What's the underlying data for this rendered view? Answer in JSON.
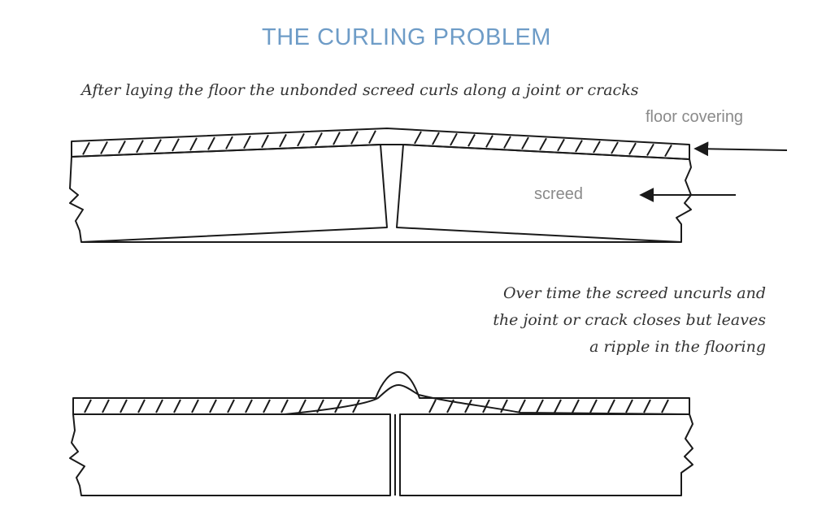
{
  "title": "THE CURLING PROBLEM",
  "caption_top": "After laying the floor the unbonded screed curls along a joint or cracks",
  "caption_bottom": [
    "Over time the screed uncurls and",
    "the joint or crack closes but leaves",
    "a ripple in the flooring"
  ],
  "labels": {
    "floor_covering": "floor covering",
    "screed": "screed"
  },
  "colors": {
    "title": "#6e9cc7",
    "lines": "#1a1a1a",
    "label": "#8a8a8a"
  }
}
